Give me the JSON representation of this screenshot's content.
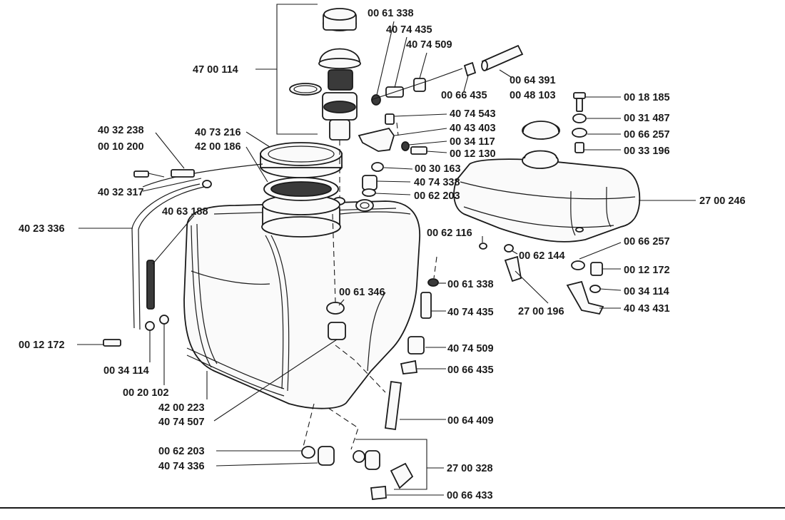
{
  "labels": {
    "l_47_00_114": "47 00 114",
    "l_00_61_338_top": "00 61 338",
    "l_40_74_435_top": "40 74 435",
    "l_40_74_509_top": "40 74 509",
    "l_00_64_391": "00 64 391",
    "l_00_66_435_top": "00 66 435",
    "l_00_48_103": "00 48 103",
    "l_00_18_185": "00 18 185",
    "l_00_31_487": "00 31 487",
    "l_00_66_257_top": "00 66 257",
    "l_00_33_196": "00 33 196",
    "l_27_00_246": "27 00 246",
    "l_40_74_543": "40 74 543",
    "l_40_43_403": "40 43 403",
    "l_00_34_117": "00 34 117",
    "l_00_12_130": "00 12 130",
    "l_00_30_163": "00 30 163",
    "l_40_74_338": "40 74 338",
    "l_00_62_203_mid": "00 62 203",
    "l_40_32_238": "40 32 238",
    "l_00_10_200": "00 10 200",
    "l_40_32_317": "40 32 317",
    "l_40_73_216": "40 73 216",
    "l_42_00_186": "42 00 186",
    "l_40_63_188": "40 63 188",
    "l_40_23_336": "40 23 336",
    "l_00_62_116": "00 62 116",
    "l_00_62_144": "00 62 144",
    "l_00_66_257_bot": "00 66 257",
    "l_00_12_172_right": "00 12 172",
    "l_00_34_114_right": "00 34 114",
    "l_40_43_431": "40 43 431",
    "l_27_00_196": "27 00 196",
    "l_00_61_338_mid": "00 61 338",
    "l_40_74_435_mid": "40 74 435",
    "l_00_61_346": "00 61 346",
    "l_40_74_509_mid": "40 74 509",
    "l_00_66_435_mid": "00 66 435",
    "l_00_64_409": "00 64 409",
    "l_00_12_172_left": "00 12 172",
    "l_00_34_114_left": "00 34 114",
    "l_00_20_102": "00 20 102",
    "l_42_00_223": "42 00 223",
    "l_40_74_507": "40 74 507",
    "l_00_62_203_bot": "00 62 203",
    "l_40_74_336": "40 74 336",
    "l_27_00_328": "27 00 328",
    "l_00_66_433": "00 66 433"
  }
}
